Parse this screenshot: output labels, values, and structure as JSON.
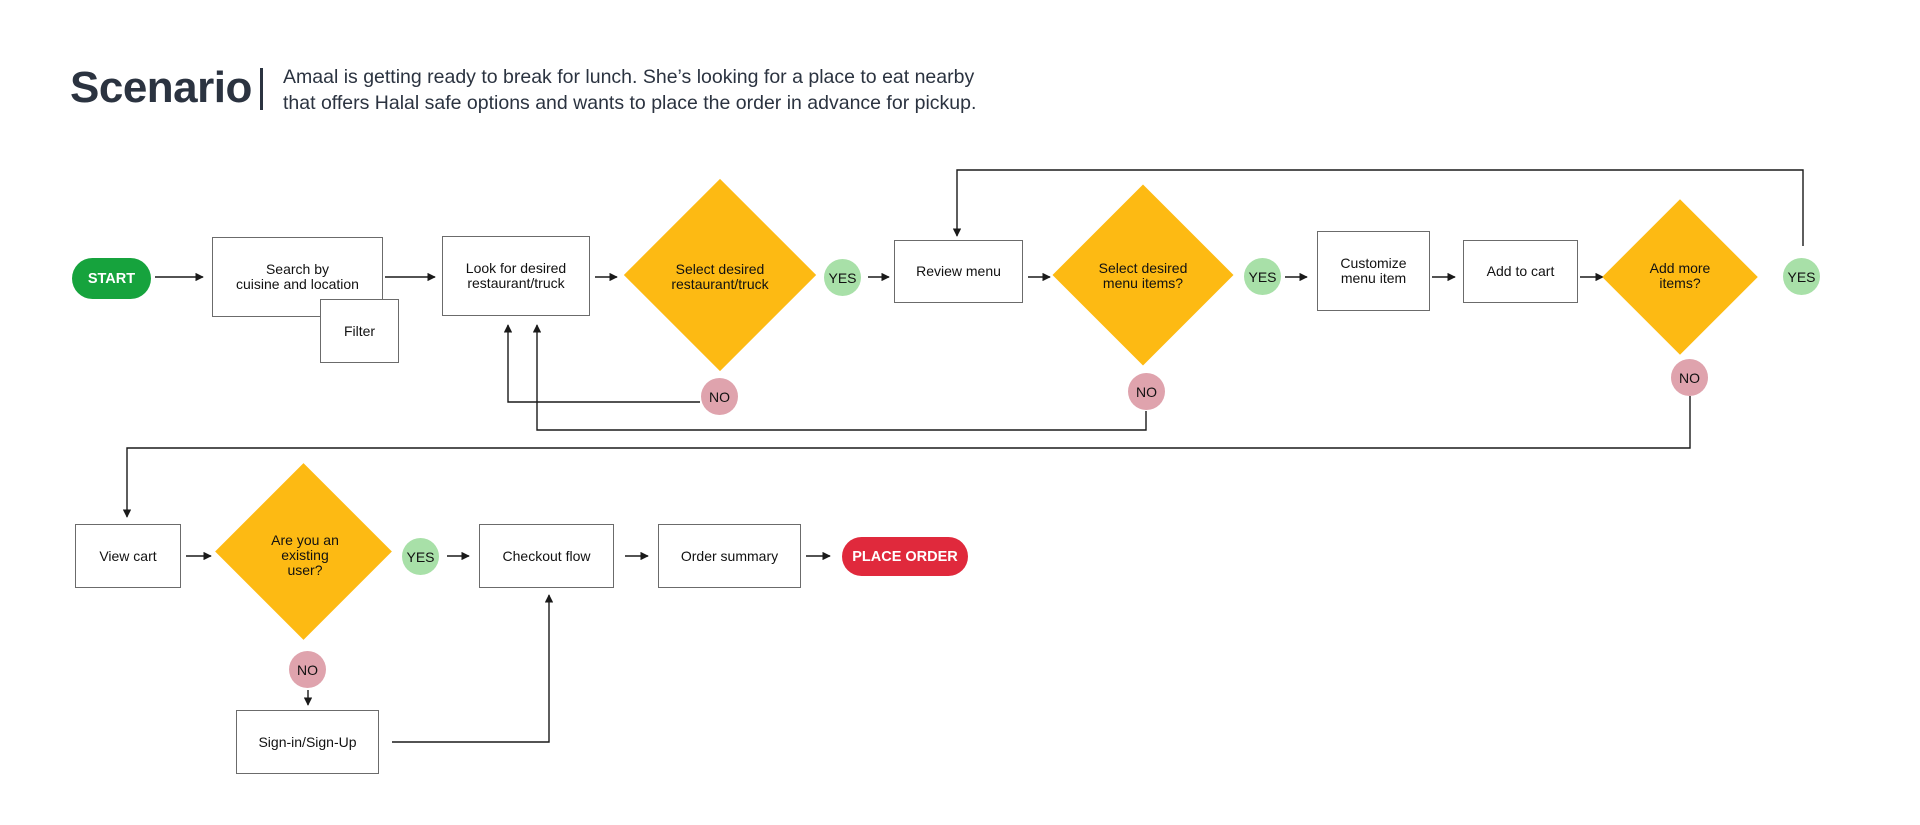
{
  "header": {
    "title": "Scenario",
    "desc_line1": "Amaal is getting ready to break for lunch. She’s looking for a place to eat nearby",
    "desc_line2": "that offers Halal safe options and wants to place the order in advance for pickup."
  },
  "nodes": {
    "start": "START",
    "search_line1": "Search by",
    "search_line2": "cuisine and location",
    "filter": "Filter",
    "look_line1": "Look for desired",
    "look_line2": "restaurant/truck",
    "select_rest_line1": "Select desired",
    "select_rest_line2": "restaurant/truck",
    "review_menu": "Review menu",
    "select_menu_line1": "Select desired",
    "select_menu_line2": "menu items?",
    "customize_line1": "Customize",
    "customize_line2": "menu item",
    "add_to_cart": "Add to cart",
    "add_more_line1": "Add more",
    "add_more_line2": "items?",
    "view_cart": "View cart",
    "existing_line1": "Are you an",
    "existing_line2": "existing",
    "existing_line3": "user?",
    "checkout": "Checkout flow",
    "order_summary": "Order summary",
    "place_order": "PLACE ORDER",
    "signin": "Sign-in/Sign-Up"
  },
  "labels": {
    "yes": "YES",
    "no": "NO"
  },
  "colors": {
    "decision": "#fdba13",
    "yes": "#a8e0a8",
    "no": "#dfa3ad",
    "start": "#16a33d",
    "place_order": "#e0293c",
    "title": "#2b3340"
  }
}
